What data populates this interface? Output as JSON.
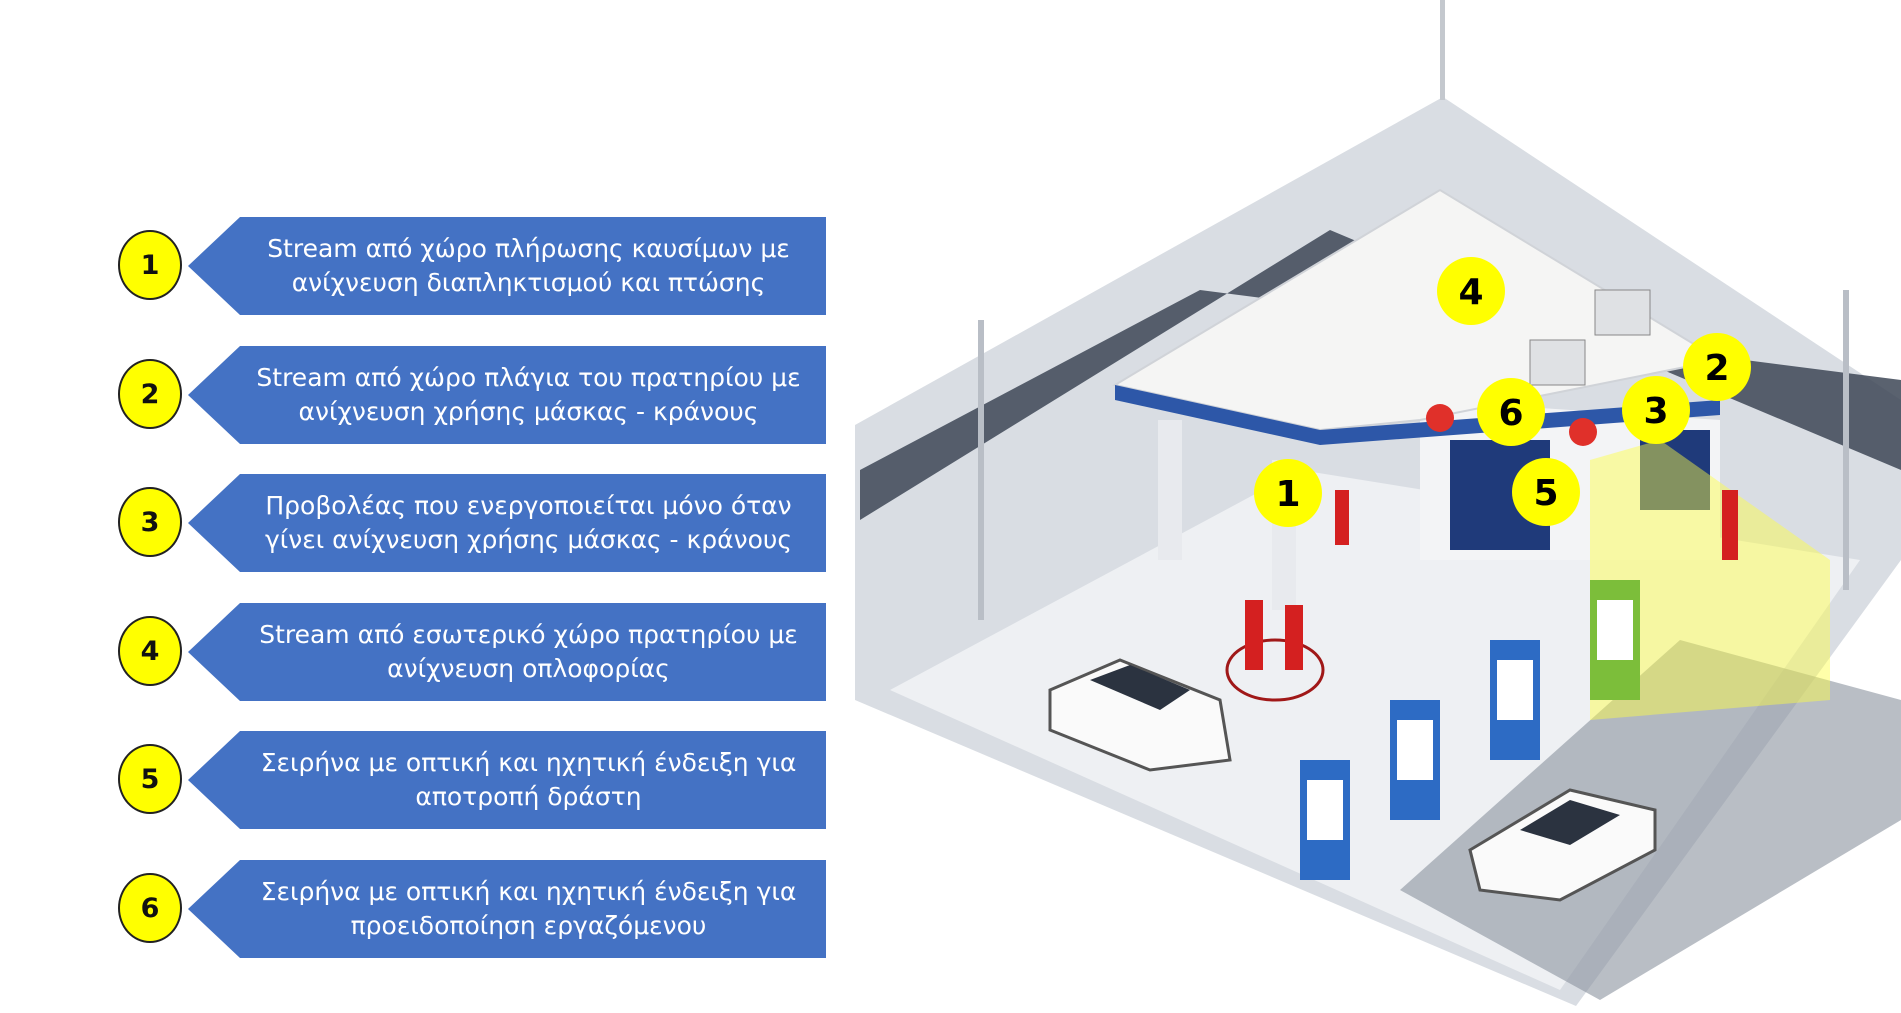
{
  "legend": [
    {
      "number": "1",
      "text": "Stream από χώρο πλήρωσης καυσίμων με ανίχνευση διαπληκτισμού και πτώσης"
    },
    {
      "number": "2",
      "text": "Stream από χώρο πλάγια του πρατηρίου με ανίχνευση χρήσης μάσκας - κράνους"
    },
    {
      "number": "3",
      "text": "Προβολέας που ενεργοποιείται μόνο όταν γίνει ανίχνευση χρήσης μάσκας - κράνους"
    },
    {
      "number": "4",
      "text": "Stream από εσωτερικό χώρο πρατηρίου με ανίχνευση οπλοφορίας"
    },
    {
      "number": "5",
      "text": "Σειρήνα με οπτική και ηχητική ένδειξη για αποτροπή δράστη"
    },
    {
      "number": "6",
      "text": "Σειρήνα με οπτική και ηχητική ένδειξη για προειδοποίηση εργαζόμενου"
    }
  ],
  "markers": [
    "1",
    "2",
    "3",
    "4",
    "5",
    "6"
  ],
  "colors": {
    "arrow": "#4472c4",
    "badge": "#ffff00",
    "alert": "#d42020"
  }
}
